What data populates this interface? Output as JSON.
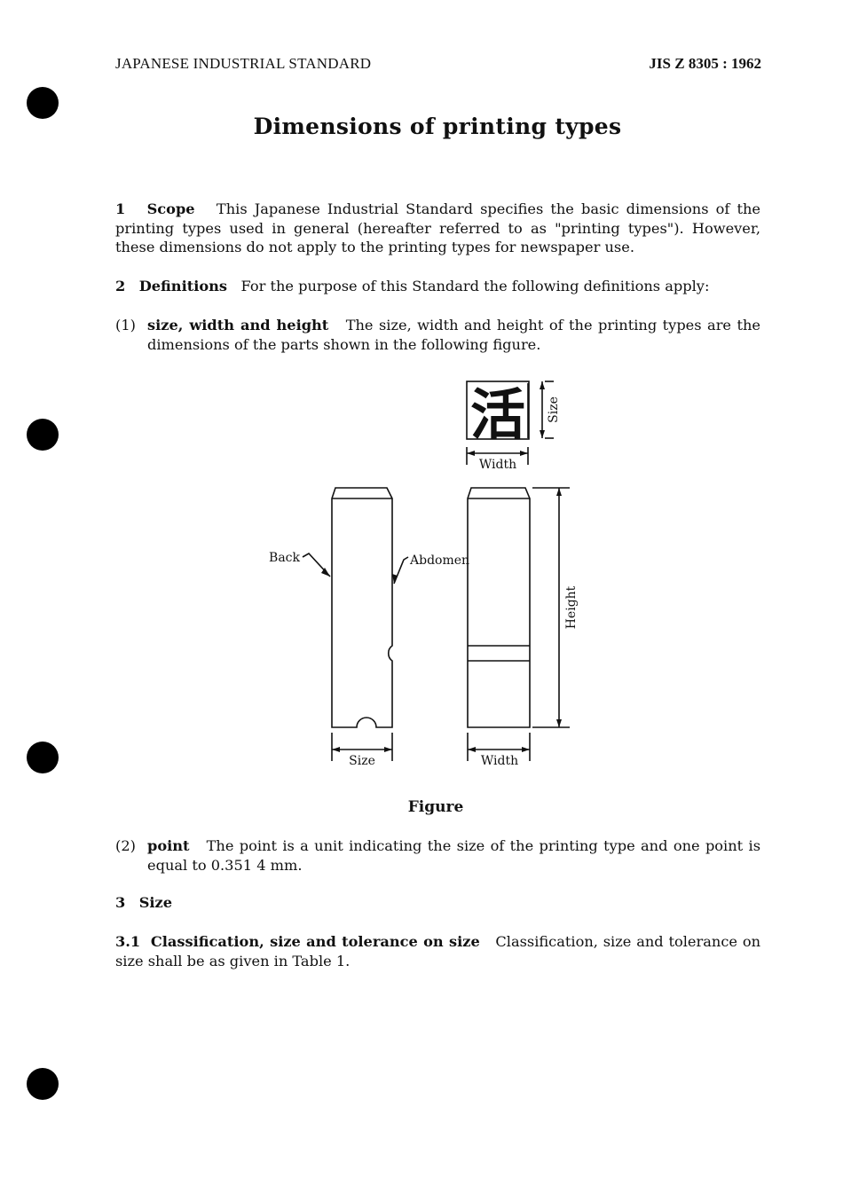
{
  "header": {
    "left": "JAPANESE INDUSTRIAL STANDARD",
    "right": "JIS Z 8305 : 1962"
  },
  "title": "Dimensions of printing types",
  "sections": {
    "scope": {
      "num": "1",
      "heading": "Scope",
      "text": "This Japanese Industrial Standard specifies the basic dimensions of the printing types used in general (hereafter referred to as \"printing types\"). However, these dimensions do not apply to the printing types for newspaper use."
    },
    "definitions": {
      "num": "2",
      "heading": "Definitions",
      "text": "For the purpose of this Standard the following definitions apply:"
    },
    "def1": {
      "num": "(1)",
      "term": "size, width and height",
      "text": "The size, width and height of the printing types are the dimensions of the parts shown in the following figure."
    },
    "def2": {
      "num": "(2)",
      "term": "point",
      "text": "The point is a unit indicating the size of the printing type and one point is equal to 0.351 4 mm."
    },
    "size": {
      "num": "3",
      "heading": "Size"
    },
    "s31": {
      "num": "3.1",
      "heading": "Classification, size and tolerance on size",
      "text": "Classification, size and tolerance on size shall be as given in Table 1."
    }
  },
  "figure": {
    "caption": "Figure",
    "glyph": "活",
    "labels": {
      "size_top": "Size",
      "width_top": "Width",
      "back": "Back",
      "abdomen": "Abdomen",
      "height": "Height",
      "size_bottom": "Size",
      "width_bottom": "Width"
    }
  }
}
